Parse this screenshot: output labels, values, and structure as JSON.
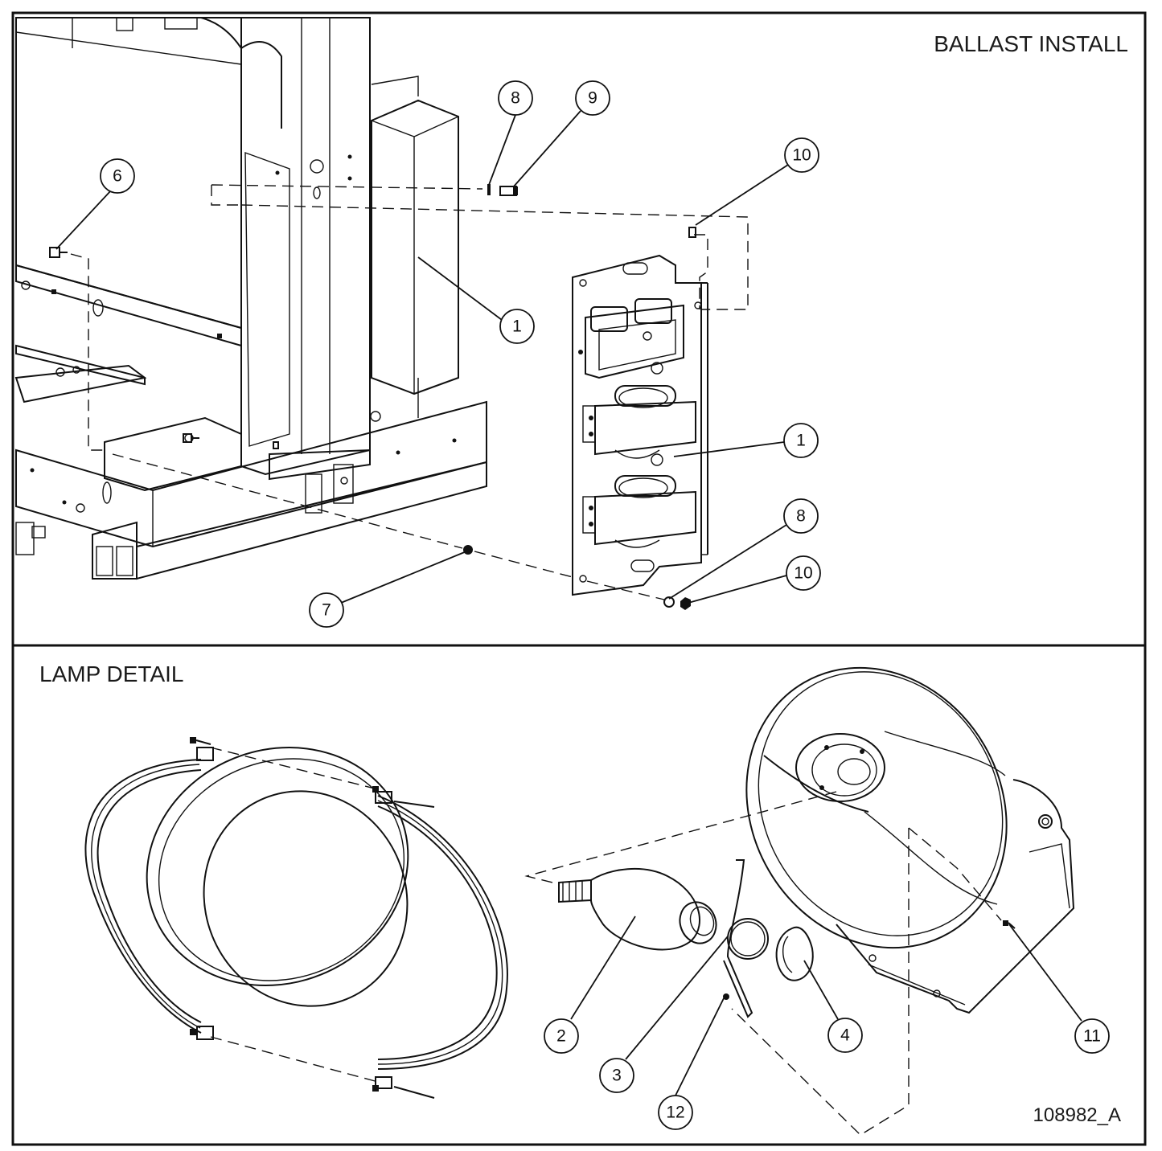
{
  "document": {
    "drawing_number": "108982_A"
  },
  "panels": {
    "top": {
      "title": "BALLAST INSTALL"
    },
    "bottom": {
      "title": "LAMP DETAIL"
    }
  },
  "callouts": {
    "top": [
      {
        "id": "c-top-8a",
        "label": "8"
      },
      {
        "id": "c-top-9",
        "label": "9"
      },
      {
        "id": "c-top-6",
        "label": "6"
      },
      {
        "id": "c-top-10a",
        "label": "10"
      },
      {
        "id": "c-top-1a",
        "label": "1"
      },
      {
        "id": "c-top-1b",
        "label": "1"
      },
      {
        "id": "c-top-8b",
        "label": "8"
      },
      {
        "id": "c-top-10b",
        "label": "10"
      },
      {
        "id": "c-top-7",
        "label": "7"
      }
    ],
    "bottom": [
      {
        "id": "c-bot-2",
        "label": "2"
      },
      {
        "id": "c-bot-3",
        "label": "3"
      },
      {
        "id": "c-bot-4",
        "label": "4"
      },
      {
        "id": "c-bot-11",
        "label": "11"
      },
      {
        "id": "c-bot-12",
        "label": "12"
      }
    ]
  }
}
